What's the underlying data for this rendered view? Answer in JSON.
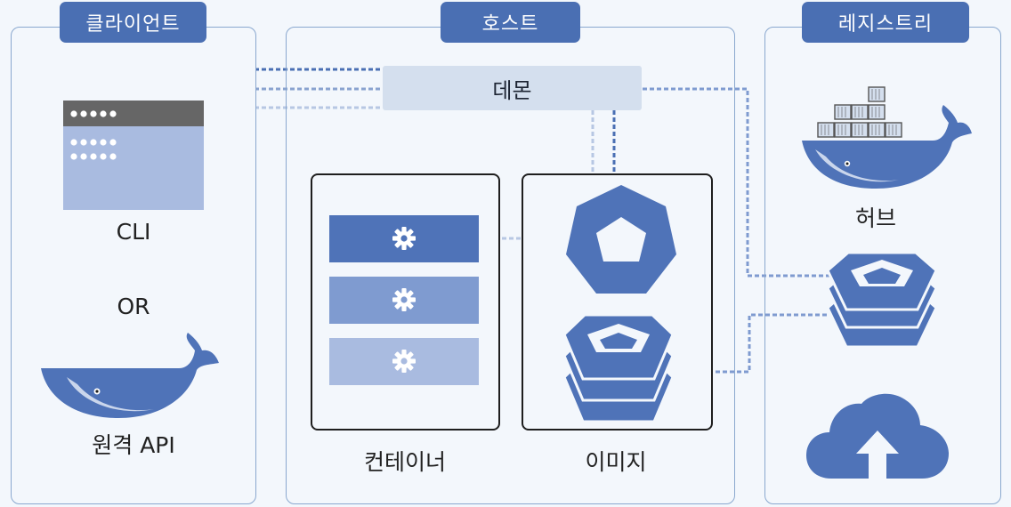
{
  "panels": {
    "client": {
      "title": "클라이언트",
      "cli_label": "CLI",
      "or_label": "OR",
      "api_label": "원격 API"
    },
    "host": {
      "title": "호스트",
      "daemon_label": "데몬",
      "containers_label": "컨테이너",
      "images_label": "이미지"
    },
    "registry": {
      "title": "레지스트리",
      "hub_label": "허브"
    }
  },
  "colors": {
    "accent": "#4a6fb3",
    "container_1": "#4f73b8",
    "container_2": "#7f9bd0",
    "container_3": "#a9bbe0",
    "daemon_bg": "#d4dfee",
    "panel_border": "#8aa8cf"
  },
  "icons": [
    "cli-window-icon",
    "docker-whale-icon",
    "gear-icon",
    "heptagon-icon",
    "image-layers-icon",
    "docker-hub-whale-icon",
    "cloud-upload-icon"
  ]
}
